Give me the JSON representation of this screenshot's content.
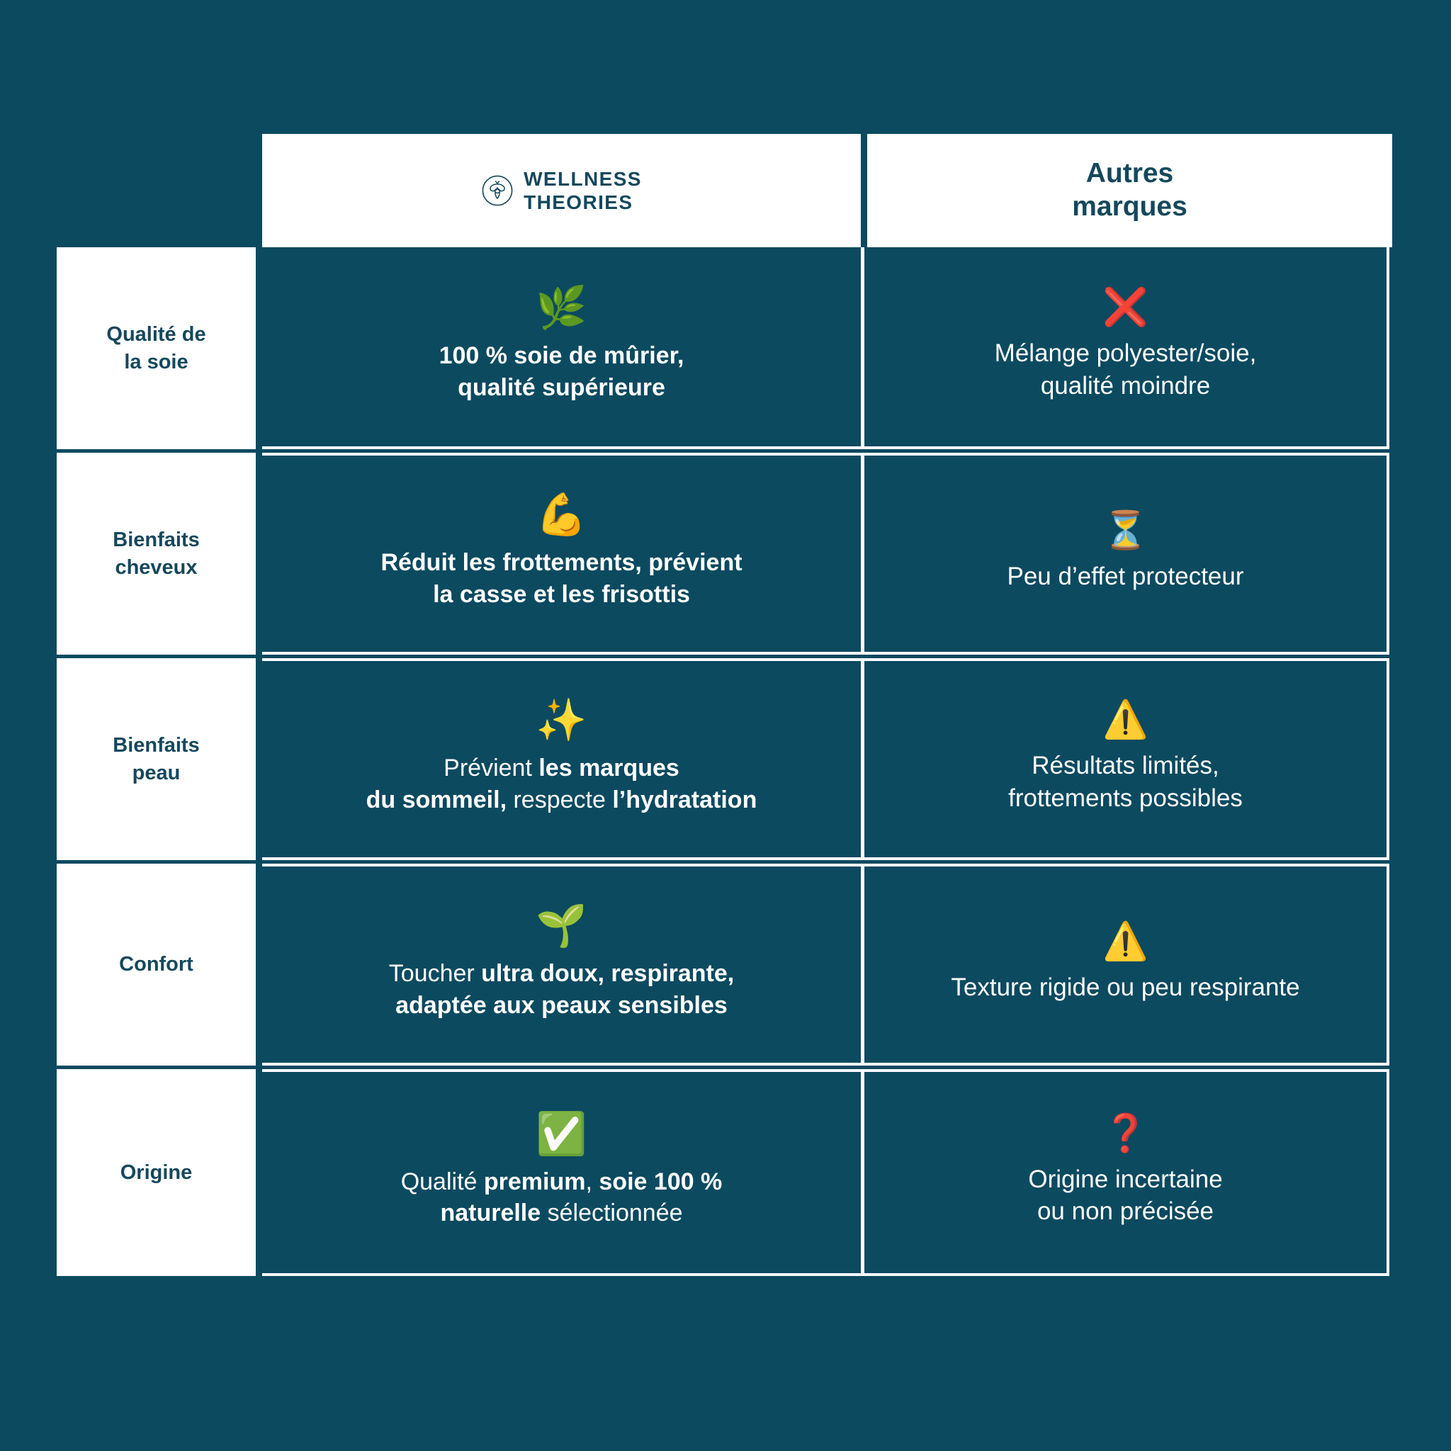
{
  "theme": {
    "background": "#0c4a60",
    "panel_white": "#ffffff",
    "brand_text": "#15485c",
    "cell_text": "#ffffff",
    "negative_red": "#e81b23",
    "warning_yellow": "#f5c518",
    "positive_green": "#2fa84f"
  },
  "header": {
    "brand": {
      "icon": "botanical-bee-circle-logo",
      "line1": "WELLNESS",
      "line2": "THEORIES"
    },
    "other": {
      "line1": "Autres",
      "line2": "marques"
    }
  },
  "rows": [
    {
      "label": "Qualité de\nla soie",
      "label_lines": [
        "Qualité de",
        "la soie"
      ],
      "brand": {
        "icon": "herb-leaf-emoji",
        "emoji": "🌿",
        "lines": [
          [
            {
              "t": "100 % soie de mûrier,",
              "b": true
            }
          ],
          [
            {
              "t": "qualité supérieure",
              "b": true
            }
          ]
        ]
      },
      "other": {
        "icon": "red-cross-mark-emoji",
        "emoji": "❌",
        "lines": [
          [
            {
              "t": "Mélange polyester/soie,",
              "b": false
            }
          ],
          [
            {
              "t": "qualité moindre",
              "b": false
            }
          ]
        ]
      }
    },
    {
      "label": "Bienfaits\ncheveux",
      "label_lines": [
        "Bienfaits",
        "cheveux"
      ],
      "brand": {
        "icon": "flexed-biceps-emoji",
        "emoji": "💪",
        "lines": [
          [
            {
              "t": "Réduit les frottements, prévient",
              "b": true
            }
          ],
          [
            {
              "t": "la casse et les frisottis",
              "b": true
            }
          ]
        ]
      },
      "other": {
        "icon": "hourglass-emoji",
        "emoji": "⏳",
        "lines": [
          [
            {
              "t": "Peu d’effet protecteur",
              "b": false
            }
          ]
        ]
      }
    },
    {
      "label": "Bienfaits\npeau",
      "label_lines": [
        "Bienfaits",
        "peau"
      ],
      "brand": {
        "icon": "sparkles-emoji",
        "emoji": "✨",
        "lines": [
          [
            {
              "t": "Prévient ",
              "b": false
            },
            {
              "t": "les marques",
              "b": true
            }
          ],
          [
            {
              "t": "du sommeil,",
              "b": true
            },
            {
              "t": " respecte ",
              "b": false
            },
            {
              "t": "l’hydratation",
              "b": true
            }
          ]
        ]
      },
      "other": {
        "icon": "warning-sign-emoji",
        "emoji": "⚠️",
        "lines": [
          [
            {
              "t": "Résultats limités,",
              "b": false
            }
          ],
          [
            {
              "t": "frottements possibles",
              "b": false
            }
          ]
        ]
      }
    },
    {
      "label": "Confort",
      "label_lines": [
        "Confort"
      ],
      "brand": {
        "icon": "seedling-emoji",
        "emoji": "🌱",
        "lines": [
          [
            {
              "t": "Toucher ",
              "b": false
            },
            {
              "t": "ultra doux, respirante,",
              "b": true
            }
          ],
          [
            {
              "t": "adaptée aux peaux sensibles",
              "b": true
            }
          ]
        ]
      },
      "other": {
        "icon": "warning-sign-emoji",
        "emoji": "⚠️",
        "lines": [
          [
            {
              "t": "Texture rigide ou peu respirante",
              "b": false
            }
          ]
        ]
      }
    },
    {
      "label": "Origine",
      "label_lines": [
        "Origine"
      ],
      "brand": {
        "icon": "white-check-mark-button-emoji",
        "emoji": "✅",
        "lines": [
          [
            {
              "t": "Qualité ",
              "b": false
            },
            {
              "t": "premium",
              "b": true
            },
            {
              "t": ", ",
              "b": false
            },
            {
              "t": "soie 100 %",
              "b": true
            }
          ],
          [
            {
              "t": "naturelle",
              "b": true
            },
            {
              "t": " sélectionnée",
              "b": false
            }
          ]
        ]
      },
      "other": {
        "icon": "red-question-mark-emoji",
        "emoji": "❓",
        "lines": [
          [
            {
              "t": "Origine incertaine",
              "b": false
            }
          ],
          [
            {
              "t": "ou non précisée",
              "b": false
            }
          ]
        ]
      }
    }
  ]
}
